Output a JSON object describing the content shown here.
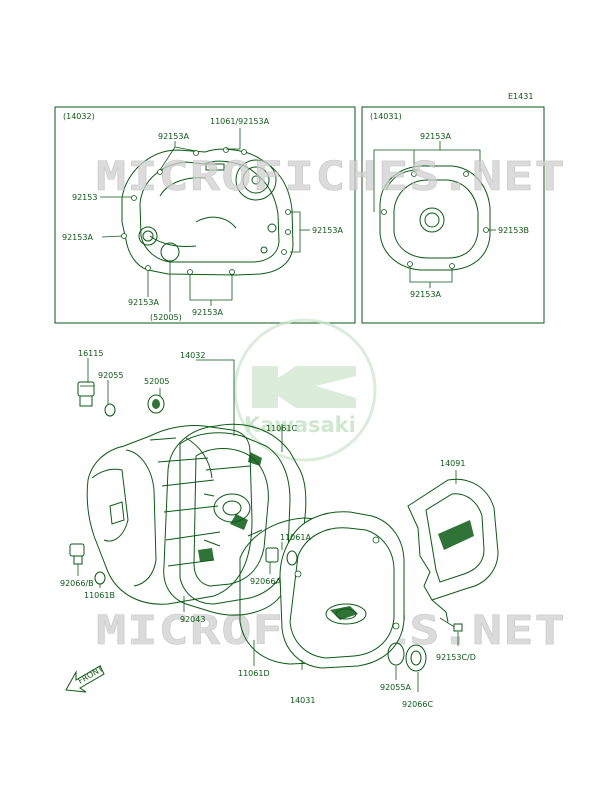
{
  "diagram_code": "E1431",
  "watermark": {
    "site_text": "MICROFICHES.NET",
    "brand_text": "Kawasaki"
  },
  "front_arrow_label": "FRONT",
  "inset_left": {
    "title": "(14032)",
    "labels": {
      "l_92153A_top": "92153A",
      "l_11061_92153A": "11061/92153A",
      "l_92153_left": "92153",
      "l_92153A_left": "92153A",
      "l_92153A_right": "92153A",
      "l_92153A_bottom": "92153A",
      "l_52005_paren": "(52005)",
      "l_92153A_bottom2": "92153A"
    }
  },
  "inset_right": {
    "title": "(14031)",
    "labels": {
      "l_92153A_top": "92153A",
      "l_92153B": "92153B",
      "l_92153A_bottom": "92153A"
    }
  },
  "main_labels": {
    "p16115": "16115",
    "p92055": "92055",
    "p14032": "14032",
    "p52005": "52005",
    "p11061C": "11061C",
    "p14091": "14091",
    "p11061A": "11061A",
    "p92066A": "92066A",
    "p92066B": "92066/B",
    "p11061B": "11061B",
    "p92043": "92043",
    "p11061D": "11061D",
    "p14031": "14031",
    "p92055A": "92055A",
    "p92153CD": "92153C/D",
    "p92066C": "92066C"
  }
}
